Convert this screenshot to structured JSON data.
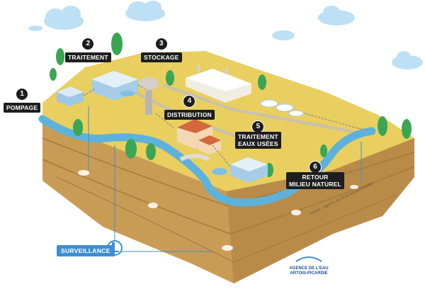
{
  "steps": [
    {
      "number": "1",
      "label": "POMPAGE"
    },
    {
      "number": "2",
      "label": "TRAITEMENT"
    },
    {
      "number": "3",
      "label": "STOCKAGE"
    },
    {
      "number": "4",
      "label": "DISTRIBUTION"
    },
    {
      "number": "5",
      "label": "TRAITEMENT\nEAUX USÉES"
    },
    {
      "number": "6",
      "label": "RETOUR\nMILIEU NATUREL"
    }
  ],
  "surveillance_label": "SURVEILLANCE",
  "source_text": "Source : Agence de l'Eau Artois-Picardie",
  "logo": {
    "line1": "AGENCE DE L'EAU",
    "line2": "ARTOIS-PICARDIE"
  },
  "colors": {
    "grass": "#e9cf5f",
    "water": "#5db2dc",
    "soil": "#c99c56",
    "label": "#1e1e1e",
    "surveillance": "#3d8fd1"
  }
}
